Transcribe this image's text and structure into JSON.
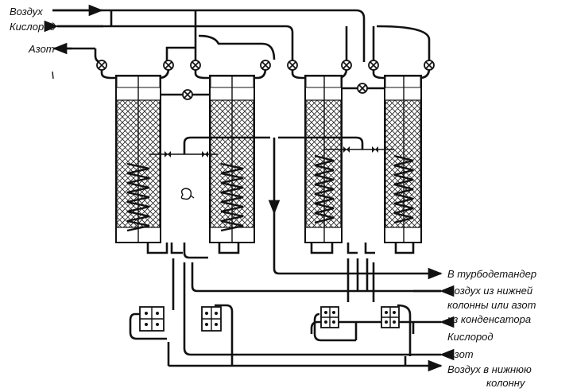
{
  "labels": {
    "vozdukh_top": "Воздух",
    "kislorod_top": "Кислород",
    "azot_top": "Азот",
    "turbo": "В турбодетандер",
    "vozdukh_iz_line1": "Воздух из нижней",
    "vozdukh_iz_line2": "колонны или азот",
    "vozdukh_iz_line3": "из конденсатора",
    "kislorod_bottom": "Кислород",
    "azot_bottom": "Азот",
    "vozdukh_v_line1": "Воздух в нижнюю",
    "vozdukh_v_line2": "колонну"
  },
  "colors": {
    "line": "#111111",
    "packing": "#222222",
    "background": "#ffffff"
  }
}
